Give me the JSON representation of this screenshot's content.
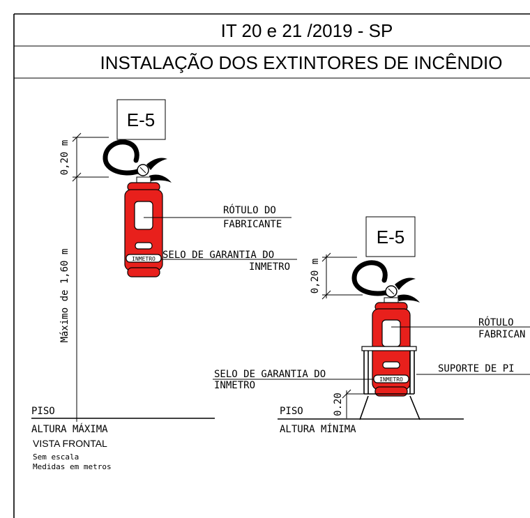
{
  "header": {
    "norm": "IT 20 e 21 /2019 - SP",
    "title": "INSTALAÇÃO DOS EXTINTORES DE INCÊNDIO"
  },
  "left_view": {
    "tag": "E-5",
    "dim_top": "0,20 m",
    "dim_main": "Máximo de 1,60 m",
    "label_rotulo_1": "RÓTULO DO",
    "label_rotulo_2": "FABRICANTE",
    "label_selo_1": "SELO DE GARANTIA DO",
    "label_selo_2": "INMETRO",
    "badge": "INMETRO",
    "floor": "PISO",
    "caption": "ALTURA MÁXIMA",
    "view": "VISTA FRONTAL",
    "note_1": "Sem escala",
    "note_2": "Medidas em metros"
  },
  "right_view": {
    "tag": "E-5",
    "dim_top": "0,20 m",
    "dim_base": "0.20",
    "label_rotulo_1": "RÓTULO",
    "label_rotulo_2": "FABRICAN",
    "label_selo_1": "SELO DE GARANTIA DO",
    "label_selo_2": "INMETRO",
    "label_suporte": "SUPORTE DE PI",
    "badge": "INMETRO",
    "floor": "PISO",
    "caption": "ALTURA MÍNIMA"
  },
  "colors": {
    "extinguisher": "#e8201c",
    "line": "#000000",
    "background": "#ffffff"
  }
}
